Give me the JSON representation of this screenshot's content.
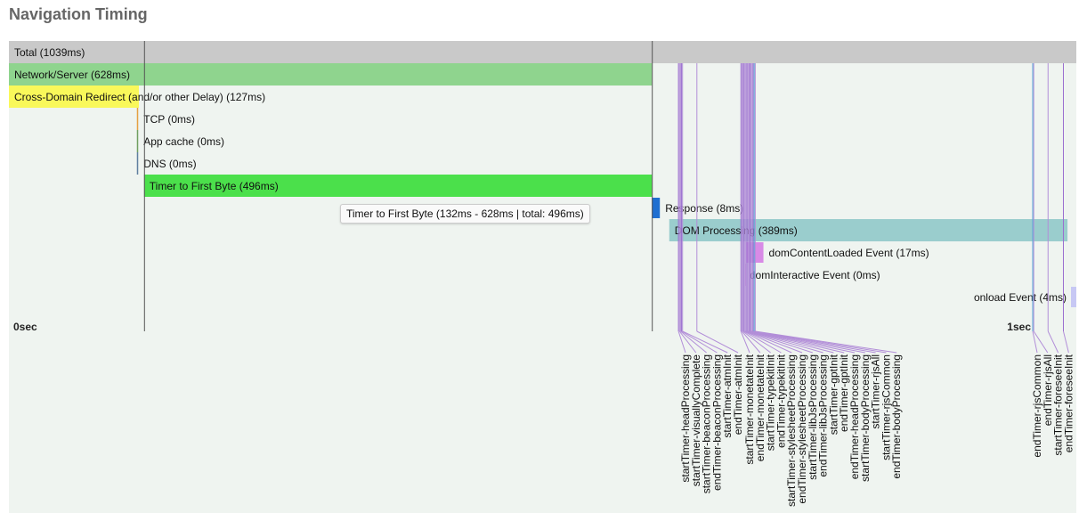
{
  "page": {
    "title": "Navigation Timing"
  },
  "tooltip": {
    "text": "Timer to First Byte (132ms - 628ms | total: 496ms)"
  },
  "colors": {
    "background": "#eff4f0",
    "total": "#c9c9c9",
    "network": "#8fd48e",
    "redirect": "#f9f85a",
    "ttfb": "#4be04b",
    "response": "#1f6fd1",
    "dom": "#9acdcd",
    "dcl": "#d88ae6",
    "onload": "#c7c8f4",
    "mark": "#b28ed8",
    "mark_dark": "#9b6fd0",
    "rjs": "#5aa7d6"
  },
  "axis": {
    "start_label": "0sec",
    "end_label": "1sec"
  },
  "chart_data": {
    "type": "timeline",
    "unit": "ms",
    "bars": [
      {
        "label": "Total (1039ms)",
        "start": 0,
        "end": 1039,
        "color": "total"
      },
      {
        "label": "Network/Server (628ms)",
        "start": 0,
        "end": 628,
        "color": "network"
      },
      {
        "label": "Cross-Domain Redirect (and/or other Delay) (127ms)",
        "start": 0,
        "end": 127,
        "color": "redirect"
      },
      {
        "label": "TCP (0ms)",
        "start": 125,
        "end": 125,
        "color": "#e5a040"
      },
      {
        "label": "App cache (0ms)",
        "start": 125,
        "end": 125,
        "color": "#6f9f5f"
      },
      {
        "label": "DNS (0ms)",
        "start": 125,
        "end": 125,
        "color": "#5f7f9f"
      },
      {
        "label": "Timer to First Byte (496ms)",
        "start": 132,
        "end": 628,
        "color": "ttfb"
      },
      {
        "label": "Response (8ms)",
        "start": 628,
        "end": 636,
        "color": "response"
      },
      {
        "label": "DOM Processing (389ms)",
        "start": 645,
        "end": 1034,
        "color": "dom"
      },
      {
        "label": "domContentLoaded Event (17ms)",
        "start": 720,
        "end": 737,
        "color": "dcl"
      },
      {
        "label": "domInteractive Event (0ms)",
        "start": 719,
        "end": 719,
        "color": "dcl"
      },
      {
        "label": "onload Event (4ms)",
        "start": 1035,
        "end": 1039,
        "color": "onload"
      }
    ],
    "guides_ms": [
      132,
      628
    ],
    "marks": [
      {
        "label": "startTimer-headProcessing",
        "t": 654
      },
      {
        "label": "startTimer-visuallyComplete",
        "t": 655
      },
      {
        "label": "startTimer-beaconProcessing",
        "t": 656
      },
      {
        "label": "endTimer-beaconProcessing",
        "t": 657
      },
      {
        "label": "startTimer-atmInit",
        "t": 658
      },
      {
        "label": "endTimer-atmInit",
        "t": 672
      },
      {
        "label": "startTimer-monetateInit",
        "t": 715
      },
      {
        "label": "endTimer-monetateInit",
        "t": 716
      },
      {
        "label": "startTimer-typekitInit",
        "t": 717
      },
      {
        "label": "endTimer-typekitInit",
        "t": 718
      },
      {
        "label": "startTimer-stylesheetProcessing",
        "t": 719
      },
      {
        "label": "endTimer-stylesheetProcessing",
        "t": 720
      },
      {
        "label": "startTimer-libJsProcessing",
        "t": 721
      },
      {
        "label": "endTimer-libJsProcessing",
        "t": 722
      },
      {
        "label": "startTimer-gptInit",
        "t": 723
      },
      {
        "label": "endTimer-gptInit",
        "t": 724
      },
      {
        "label": "endTimer-headProcessing",
        "t": 725
      },
      {
        "label": "startTimer-bodyProcessing",
        "t": 726
      },
      {
        "label": "startTimer-rjsAll",
        "t": 727
      },
      {
        "label": "startTimer-rjsCommon",
        "t": 728
      },
      {
        "label": "endTimer-bodyProcessing",
        "t": 729
      },
      {
        "label": "endTimer-rjsCommon",
        "t": 1000
      },
      {
        "label": "endTimer-rjsAll",
        "t": 1001
      },
      {
        "label": "startTimer-foreseeInit",
        "t": 1015
      },
      {
        "label": "endTimer-foreseeInit",
        "t": 1030
      }
    ]
  }
}
